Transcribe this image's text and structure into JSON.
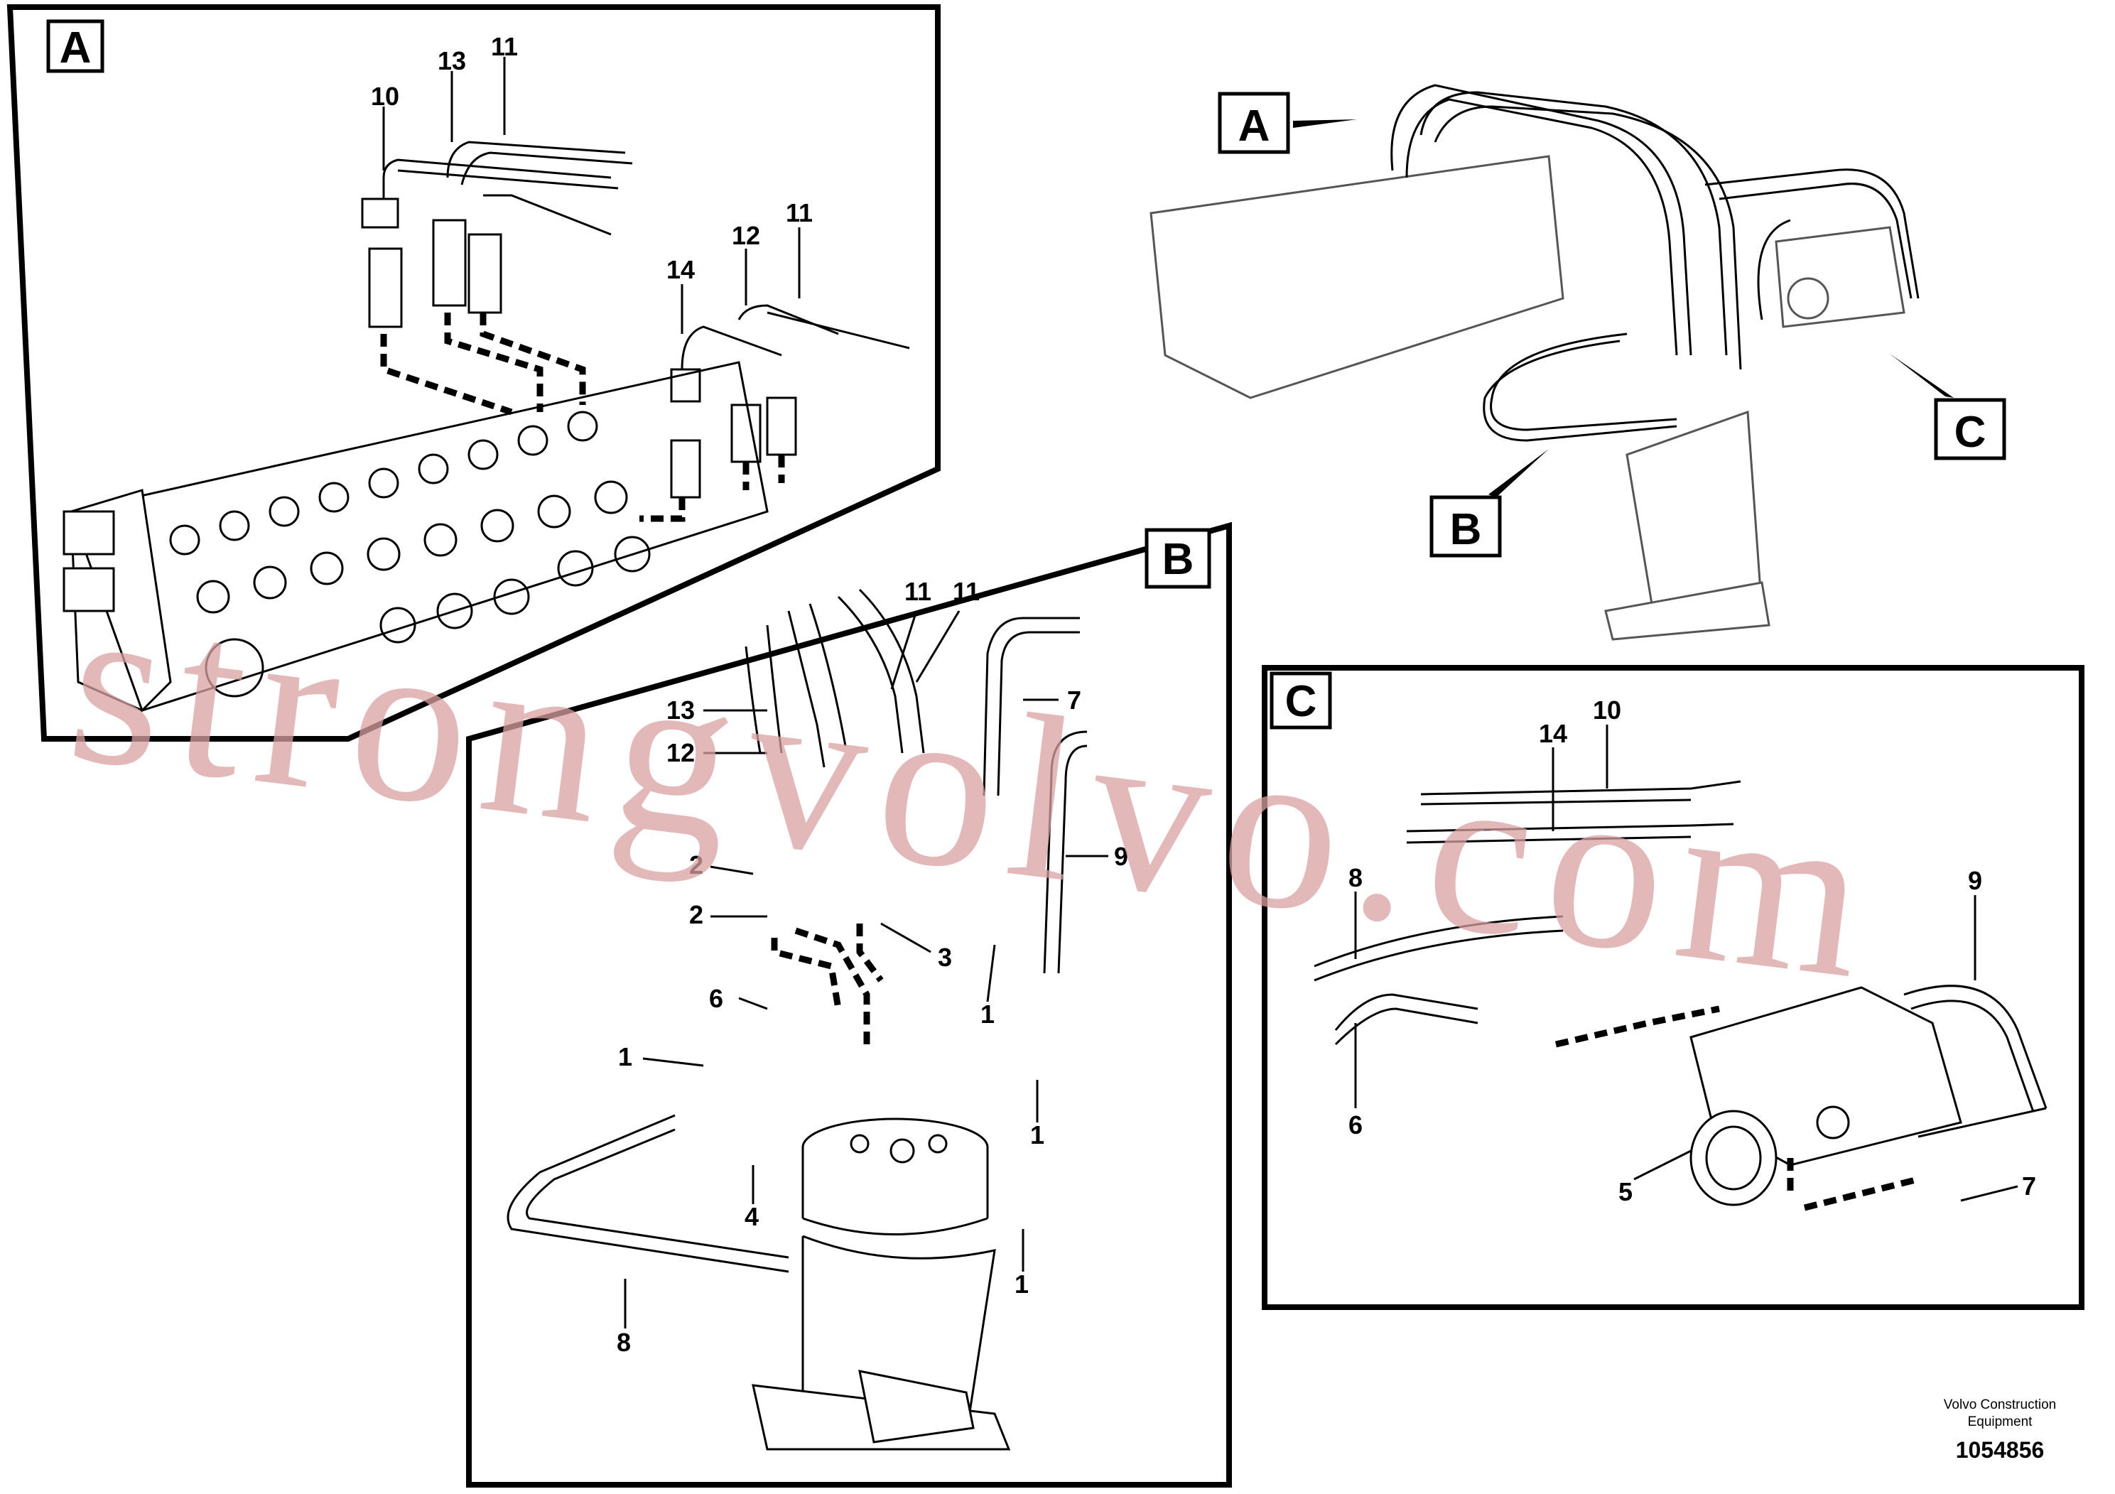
{
  "views": {
    "overview": {
      "callouts": [
        "A",
        "B",
        "C"
      ]
    },
    "detail_a": {
      "letter": "A",
      "labels": [
        "10",
        "13",
        "11",
        "12",
        "11",
        "14"
      ]
    },
    "detail_b": {
      "letter": "B",
      "labels": [
        "11",
        "11",
        "7",
        "13",
        "12",
        "9",
        "2",
        "2",
        "3",
        "1",
        "6",
        "1",
        "1",
        "4",
        "1",
        "8"
      ]
    },
    "detail_c": {
      "letter": "C",
      "labels": [
        "10",
        "14",
        "8",
        "9",
        "6",
        "5",
        "7"
      ]
    }
  },
  "watermark": "strongvolvo.com",
  "footer": {
    "publisher_line1": "Volvo Construction",
    "publisher_line2": "Equipment",
    "drawing_number": "1054856"
  }
}
